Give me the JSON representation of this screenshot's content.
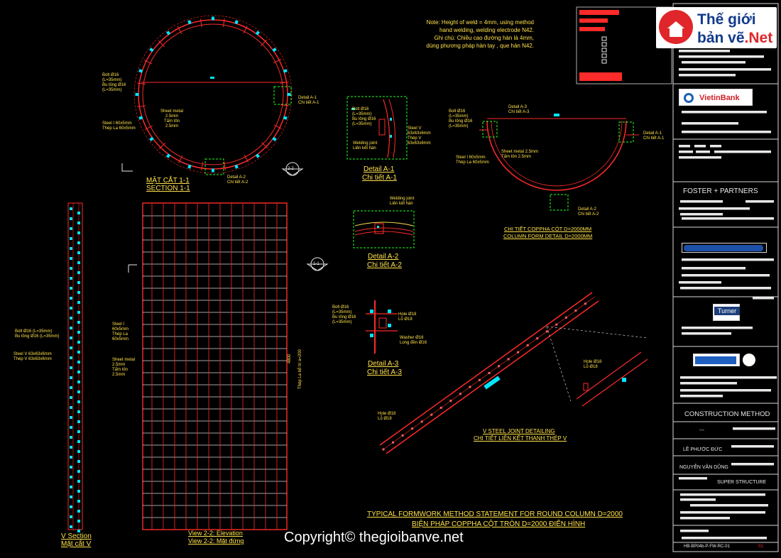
{
  "drawing": {
    "note_lines": [
      "Note: Height of weld = 4mm, using method",
      "hand welding, welding electrode N42.",
      "Ghi chú: Chiều cao đường hàn là 4mm,",
      "dùng phương pháp hàn tay , que hàn N42."
    ],
    "section_tag": "2-2",
    "section_tag_elev": "1-1",
    "section11": {
      "title1": "MẶT CẮT 1-1",
      "title2": "SECTION 1-1",
      "bolt": [
        "Bolt Ø16",
        "(L=35mm)",
        "Bu lông Ø16",
        "(L=35mm)"
      ],
      "sheet": [
        "Sheet metal",
        "2.5mm",
        "Tấm tôn",
        "2.5mm"
      ],
      "steel": [
        "Steel I 60x5mm",
        "Thép La 60x5mm"
      ],
      "detail_a1": [
        "Detail A-1",
        "Chi tiết A-1"
      ],
      "detail_a2": [
        "Detail A-2",
        "Chi tiết A-2"
      ]
    },
    "detailA1": {
      "title1": "Detail A-1",
      "title2": "Chi tiết A-1",
      "bolt": [
        "Bolt Ø16",
        "(L=35mm)",
        "Bu lông Ø16",
        "(L=35mm)"
      ],
      "weld": [
        "Welding joint",
        "Liên kết hàn"
      ],
      "steelv": [
        "Steel V",
        "63x63x6mm",
        "Thép V",
        "63x63x6mm"
      ]
    },
    "detailA2": {
      "title1": "Detail A-2",
      "title2": "Chi tiết A-2",
      "weld": [
        "Welding joint",
        "Liên kết hàn"
      ]
    },
    "detailA3": {
      "title1": "Detail A-3",
      "title2": "Chi tiết A-3",
      "bolt": [
        "Bolt Ø16",
        "(L=35mm)",
        "Bu lông Ø16",
        "(L=35mm)"
      ],
      "hole": [
        "Hole Ø18",
        "Lỗ Ø18"
      ],
      "washer": [
        "Washer Ø16",
        "Long đền Ø16"
      ]
    },
    "columnForm": {
      "title1": "CHI TIẾT COPPHA CỘT D=2000MM",
      "title2": "COLUMN FORM DETAIL  D=2000MM",
      "bolt": [
        "Bolt Ø16",
        "(L=35mm)",
        "Bu lông Ø16",
        "(L=35mm)"
      ],
      "a3": [
        "Detail A-3",
        "Chi tiết A-3"
      ],
      "a1": [
        "Detail A-1",
        "Chi tiết A-1"
      ],
      "steel": [
        "Steel I 60x5mm",
        "Thép La 60x5mm"
      ],
      "sheet": [
        "Sheet metal 2.5mm",
        "Tấm tôn 2.5mm"
      ],
      "a2": [
        "Detail A-2",
        "Chi tiết A-2"
      ]
    },
    "vsection": {
      "title1": "V Section",
      "title2": "Mặt cắt V",
      "bolt": [
        "Bolt Ø16 (L=35mm)",
        "Bu lông Ø16 (L=35mm)"
      ],
      "steelv": [
        "Steel V 63x63x6mm",
        "Thép V 63x63x6mm"
      ]
    },
    "elevation": {
      "title1": "View 2-2: Elevation",
      "title2": "View 2-2: Mặt đứng",
      "steel": [
        "Steel I",
        "60x5mm",
        "Thép La",
        "60x5mm"
      ],
      "sheet": [
        "Sheet metal",
        "2.5mm",
        "Tấm tôn",
        "2.5mm"
      ],
      "dim": "4800",
      "dim2": "Thép La bổ trí a=200"
    },
    "vjoint": {
      "title1": "V STEEL JOINT DETAILING",
      "title2": "CHI TIẾT LIÊN KẾT THANH THÉP V",
      "hole_left": [
        "Hole Ø18",
        "Lỗ Ø18"
      ],
      "hole_right": [
        "Hole Ø18",
        "Lỗ Ø18"
      ]
    },
    "main_title1": "TYPICAL FORMWORK METHOD STATEMENT FOR ROUND COLUMN D=2000",
    "main_title2": "BIỆN PHÁP COPPHA CỘT TRÒN D=2000 ĐIỂN HÌNH",
    "copyright": "Copyright© thegioibanve.net"
  },
  "logo": {
    "line1": "Thế giới",
    "line2": "bản vẽ",
    "suffix": ".Net"
  },
  "title_block": {
    "client_logo": "VietinBank",
    "architect": "FOSTER + PARTNERS",
    "contractor_logo": "Turner",
    "section": "CONSTRUCTION METHOD",
    "dash": "---",
    "drawn_by": "LÊ PHƯỚC ĐỨC",
    "checked_by": "NGUYỄN VĂN DŨNG",
    "stage": "SUPER STRUCTURE",
    "drawing_no": "HB-BP04b-P-FW-RC-01",
    "sheet_no": "01"
  },
  "colors": {
    "bg": "#000000",
    "red": "#ff2a2a",
    "yellow": "#ffe14a",
    "cyan": "#00e5ff",
    "green": "#22ff22",
    "white": "#e8e8e8"
  }
}
